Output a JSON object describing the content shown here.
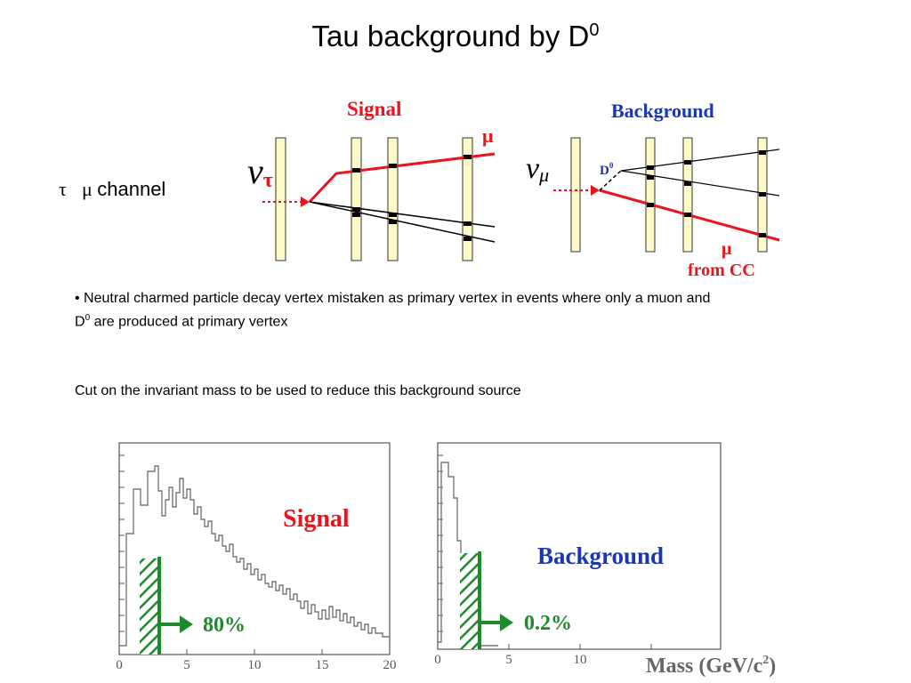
{
  "slide": {
    "title": "Tau background by D",
    "title_sup": "0",
    "channel_greek": "τ\u0000μ",
    "channel_word": "channel",
    "bullet_line1": "• Neutral charmed particle decay vertex mistaken as primary vertex in events where only a muon and",
    "bullet_d": "D",
    "bullet_sup": "0",
    "bullet_line2": " are produced at primary vertex",
    "cut_text": "Cut on the invariant mass to be used to reduce this background source"
  },
  "diagram": {
    "signal_label": "Signal",
    "background_label": "Background",
    "nu": "ν",
    "tau_sub": "τ",
    "mu_sub": "μ",
    "mu_label": "μ",
    "d0_label": "D",
    "d0_sup": "0",
    "bg_mu_label": "μ",
    "from_cc": "from CC",
    "colors": {
      "signal": "#e8141e",
      "background": "#1a36b4",
      "detector": "#fffbc8"
    }
  },
  "plots": {
    "signal": {
      "label": "Signal",
      "percent": "80%",
      "x_ticks": [
        "0",
        "5",
        "10",
        "15",
        "20"
      ]
    },
    "background": {
      "label": "Background",
      "percent": "0.2%",
      "x_ticks": [
        "0",
        "5",
        "10"
      ],
      "xlabel": "Mass (GeV/c",
      "xlabel_sup": "2",
      "xlabel_end": ")"
    },
    "colors": {
      "cut": "#1f8a2c",
      "signal": "#e8141e",
      "background": "#1a36b4"
    }
  }
}
